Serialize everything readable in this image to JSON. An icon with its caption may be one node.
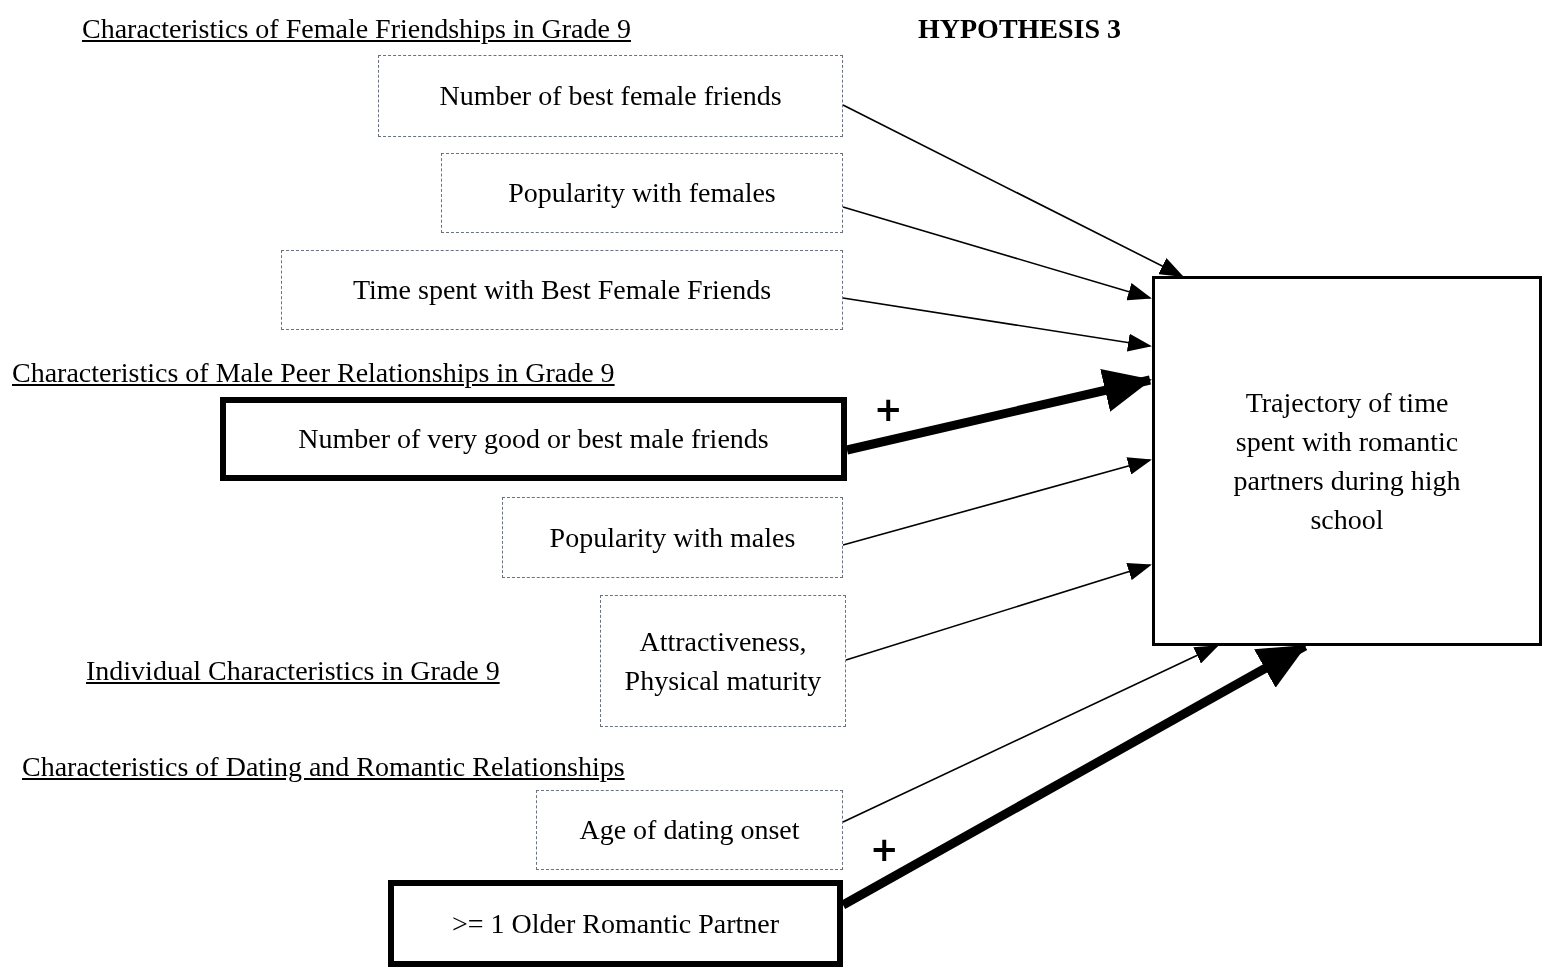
{
  "diagram": {
    "title": "HYPOTHESIS 3",
    "nodes": [
      {
        "text": [
          "Number of best female friends"
        ]
      },
      {
        "text": [
          "Popularity with females"
        ]
      },
      {
        "text": [
          "Time spent with Best Female Friends"
        ]
      },
      {
        "text": [
          "Number of very good or best male friends"
        ]
      },
      {
        "text": [
          "Popularity with males"
        ]
      },
      {
        "text": [
          "Attractiveness, Physical maturity"
        ]
      },
      {
        "text": [
          "Age of dating onset"
        ]
      },
      {
        "text": [
          ">= 1 Older Romantic Partner"
        ]
      },
      {
        "text": [
          "Trajectory of time spent with romantic partners during high school"
        ]
      }
    ],
    "edges": [
      {
        "from": 0,
        "to": 8,
        "arrow": "to"
      },
      {
        "from": 1,
        "to": 8,
        "arrow": "to"
      },
      {
        "from": 2,
        "to": 8,
        "arrow": "to"
      },
      {
        "from": 3,
        "to": 8,
        "arrow": "to",
        "label": "+",
        "style": "thick"
      },
      {
        "from": 4,
        "to": 8,
        "arrow": "to"
      },
      {
        "from": 5,
        "to": 8,
        "arrow": "to"
      },
      {
        "from": 6,
        "to": 8,
        "arrow": "to"
      },
      {
        "from": 7,
        "to": 8,
        "arrow": "to",
        "label": "+",
        "style": "thick"
      }
    ],
    "labels": [
      "Characteristics of Female Friendships in Grade 9",
      "Characteristics of Male Peer  Relationships in Grade 9",
      "Individual Characteristics in Grade 9",
      "Characteristics of Dating and Romantic Relationships"
    ]
  }
}
